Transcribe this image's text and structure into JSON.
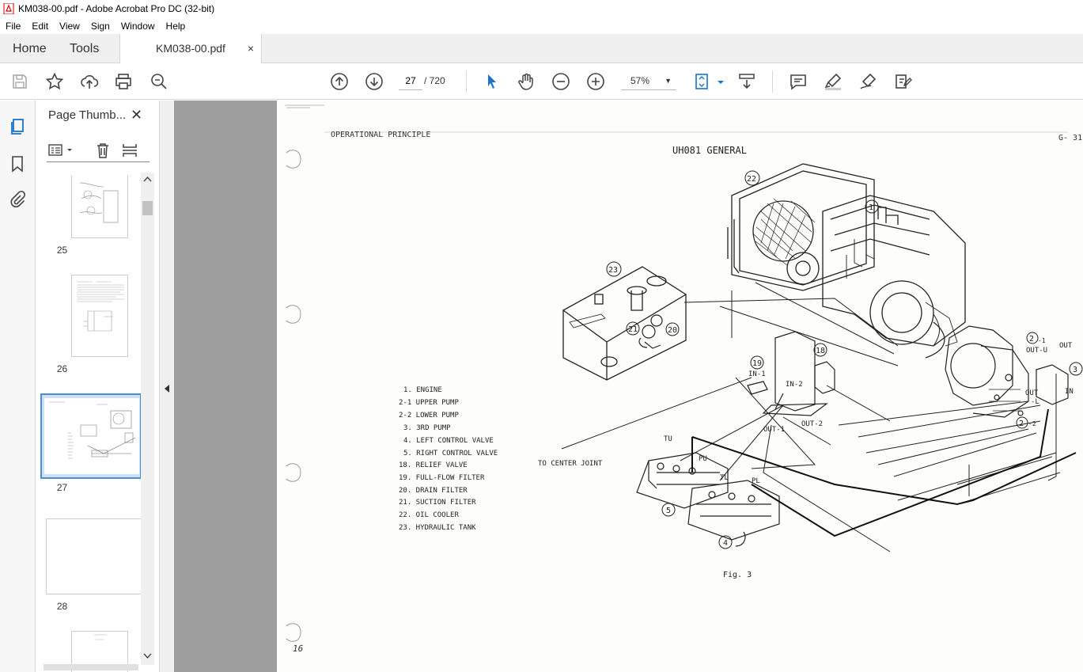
{
  "window": {
    "title": "KM038-00.pdf - Adobe Acrobat Pro DC (32-bit)"
  },
  "menu": [
    "File",
    "Edit",
    "View",
    "Sign",
    "Window",
    "Help"
  ],
  "tabs": {
    "home": "Home",
    "tools": "Tools",
    "document": "KM038-00.pdf",
    "close": "×"
  },
  "nav": {
    "current_page": "27",
    "total": "/ 720",
    "zoom": "57%"
  },
  "panel": {
    "title": "Page Thumb...",
    "close": "✕",
    "thumbnails": [
      {
        "label": "25"
      },
      {
        "label": "26"
      },
      {
        "label": "27"
      },
      {
        "label": "28"
      }
    ]
  },
  "document": {
    "header_left": "OPERATIONAL PRINCIPLE",
    "header_right": "G- 31",
    "title": "UH081 GENERAL",
    "legend": [
      "1.  ENGINE",
      "2-1  UPPER PUMP",
      "2-2  LOWER PUMP",
      "3.  3RD PUMP",
      "4.  LEFT CONTROL VALVE",
      "5.  RIGHT CONTROL VALVE",
      "18.  RELIEF VALVE",
      "19.  FULL-FLOW FILTER",
      "20.  DRAIN FILTER",
      "21.  SUCTION FILTER",
      "22.  OIL COOLER",
      "23.  HYDRAULIC TANK"
    ],
    "labels": {
      "to_center": "TO CENTER JOINT",
      "in1": "IN-1",
      "in2": "IN-2",
      "out1": "OUT-1",
      "out2": "OUT-2",
      "tu": "TU",
      "pu": "PU",
      "tl": "TL",
      "pl": "PL",
      "outu": "OUT-U",
      "out": "OUT",
      "in": "IN",
      "outl_a": "OUT",
      "outl_b": "-L",
      "n1": "1",
      "n22": "22",
      "n23": "23",
      "n21": "21",
      "n20": "20",
      "n19": "19",
      "n18": "18",
      "n21b": "2",
      "n21b_sub": "-1",
      "n3": "3",
      "n22b": "2",
      "n22b_sub": "-2",
      "n5": "5",
      "n4": "4"
    },
    "figure": "Fig. 3",
    "margin_note": "16"
  }
}
